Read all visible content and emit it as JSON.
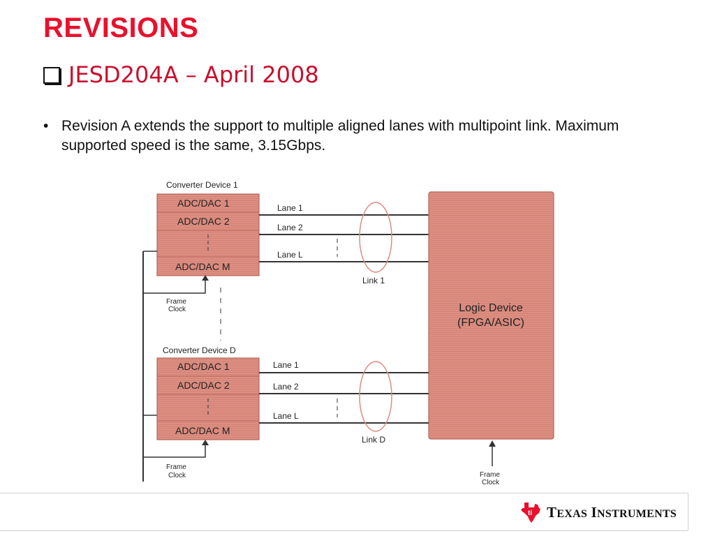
{
  "slide": {
    "title": "REVISIONS",
    "subtitle": "JESD204A – April 2008",
    "bullet": "Revision A extends the support to multiple aligned lanes with multipoint link. Maximum supported speed is the same, 3.15Gbps."
  },
  "diagram": {
    "converter1_label": "Converter Device 1",
    "converterD_label": "Converter Device D",
    "adc1": "ADC/DAC 1",
    "adc2": "ADC/DAC 2",
    "adcM": "ADC/DAC M",
    "lane1": "Lane 1",
    "lane2": "Lane 2",
    "laneL": "Lane L",
    "link1": "Link 1",
    "linkD": "Link D",
    "logic_line1": "Logic Device",
    "logic_line2": "(FPGA/ASIC)",
    "frame": "Frame",
    "clock": "Clock",
    "colors": {
      "block_fill": "#dc8f82",
      "block_stroke": "#b8665a",
      "ellipse_stroke": "#d98d84",
      "line": "#333333"
    }
  },
  "footer": {
    "logo_word1_cap": "T",
    "logo_word1_rest": "EXAS",
    "logo_word2_cap": "I",
    "logo_word2_rest": "NSTRUMENTS"
  }
}
